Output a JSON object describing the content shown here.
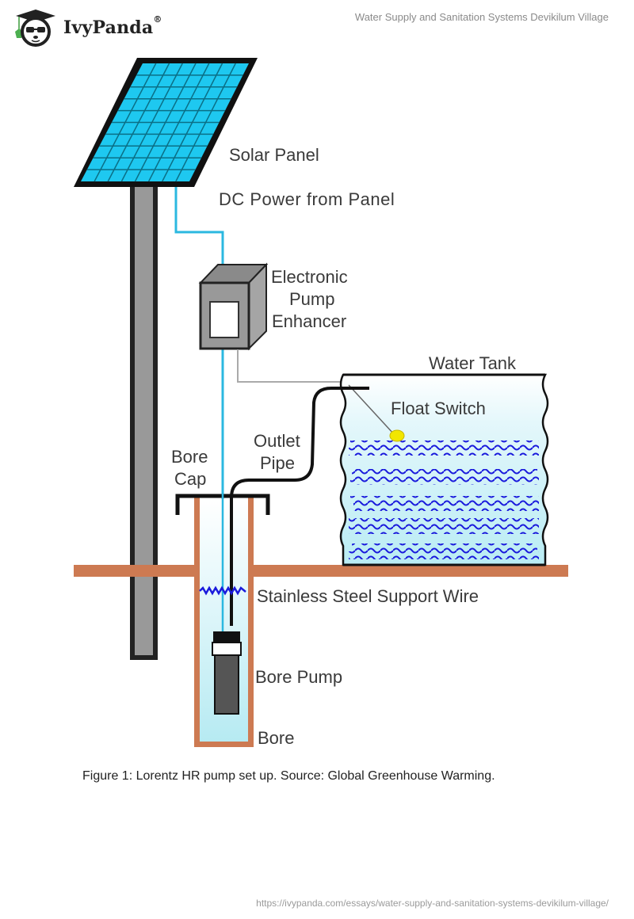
{
  "header": {
    "brand_name": "IvyPanda",
    "brand_reg": "®",
    "logo_icon": "panda-graduate-icon",
    "document_title": "Water Supply and Sanitation Systems Devikilum Village"
  },
  "figure": {
    "labels": {
      "solar_panel": "Solar Panel",
      "dc_power": "DC Power from Panel",
      "enhancer_line1": "Electronic",
      "enhancer_line2": "Pump",
      "enhancer_line3": "Enhancer",
      "water_tank": "Water Tank",
      "float_switch": "Float Switch",
      "outlet_line1": "Outlet",
      "outlet_line2": "Pipe",
      "bore_cap_line1": "Bore",
      "bore_cap_line2": "Cap",
      "support_wire": "Stainless Steel Support Wire",
      "bore_pump": "Bore Pump",
      "bore": "Bore"
    },
    "colors": {
      "panel": "#1ec8f0",
      "cable": "#2bb8e0",
      "ground": "#cd7a52",
      "water": "#d8f3f8",
      "waves": "#1a1adc",
      "float": "#f2e600",
      "pole": "#999999"
    },
    "caption": "Figure 1: Lorentz HR pump set up. Source: Global Greenhouse Warming."
  },
  "footer": {
    "url": "https://ivypanda.com/essays/water-supply-and-sanitation-systems-devikilum-village/"
  }
}
